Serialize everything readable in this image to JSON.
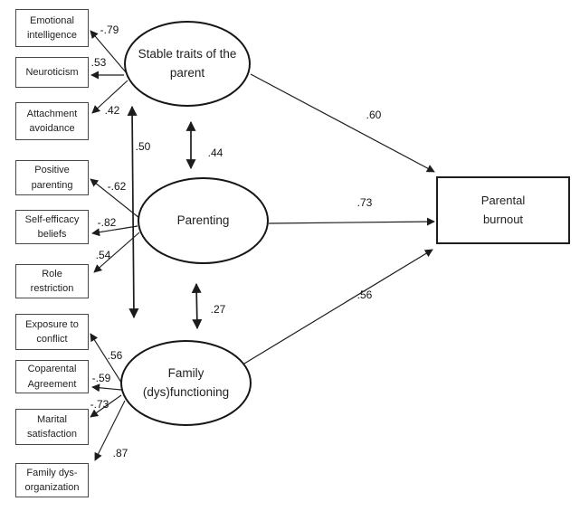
{
  "diagram": {
    "latents": [
      {
        "label": "Stable traits of the parent"
      },
      {
        "label": "Parenting"
      },
      {
        "label": "Family (dys)functioning"
      }
    ],
    "outcome": {
      "label": "Parental burnout"
    },
    "indicators": [
      {
        "label": "Emotional intelligence",
        "loading": "-.79",
        "latent": "Stable traits of the parent"
      },
      {
        "label": "Neuroticism",
        "loading": ".53",
        "latent": "Stable traits of the parent"
      },
      {
        "label": "Attachment avoidance",
        "loading": ".42",
        "latent": "Stable traits of the parent"
      },
      {
        "label": "Positive parenting",
        "loading": "-.62",
        "latent": "Parenting"
      },
      {
        "label": "Self-efficacy beliefs",
        "loading": "-.82",
        "latent": "Parenting"
      },
      {
        "label": "Role restriction",
        "loading": ".54",
        "latent": "Parenting"
      },
      {
        "label": "Exposure to conflict",
        "loading": ".56",
        "latent": "Family (dys)functioning"
      },
      {
        "label": "Coparental Agreement",
        "loading": "-.59",
        "latent": "Family (dys)functioning"
      },
      {
        "label": "Marital satisfaction",
        "loading": "-.73",
        "latent": "Family (dys)functioning"
      },
      {
        "label": "Family dys-organization",
        "loading": ".87",
        "latent": "Family (dys)functioning"
      }
    ],
    "structural_paths": [
      {
        "from": "Stable traits of the parent",
        "to": "Parental burnout",
        "value": ".60"
      },
      {
        "from": "Parenting",
        "to": "Parental burnout",
        "value": ".73"
      },
      {
        "from": "Family (dys)functioning",
        "to": "Parental burnout",
        "value": ".56"
      }
    ],
    "covariances": [
      {
        "between": "Stable traits of the parent and Family (dys)functioning",
        "value": ".50"
      },
      {
        "between": "Stable traits of the parent and Parenting",
        "value": ".44"
      },
      {
        "between": "Parenting and Family (dys)functioning",
        "value": ".27"
      }
    ],
    "colors": {
      "line": "#1c1c1c",
      "box_border": "#474747",
      "background": "#ffffff"
    }
  }
}
